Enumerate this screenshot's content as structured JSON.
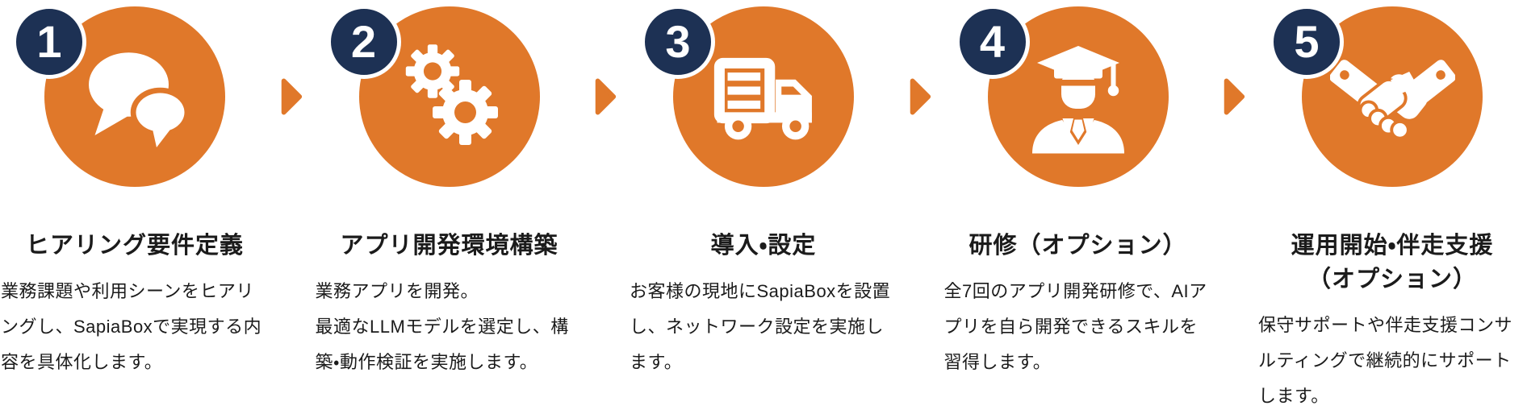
{
  "diagram": {
    "kind": "horizontal-process-flow",
    "background": "#FFFFFF"
  },
  "colors": {
    "accent_orange": "#E0782A",
    "badge_navy": "#1D3154",
    "icon_white": "#FFFFFF",
    "text": "#1B1B1B"
  },
  "arrow": {
    "icon": "arrow-right-icon",
    "color": "#E0782A"
  },
  "steps": [
    {
      "number": "1",
      "icon": "speech-bubbles-icon",
      "title": "ヒアリング要件定義",
      "description": "業務課題や利用シーンをヒアリングし、SapiaBoxで実現する内容を具体化します。"
    },
    {
      "number": "2",
      "icon": "gears-icon",
      "title": "アプリ開発環境構築",
      "description": "業務アプリを開発。\n最適なLLMモデルを選定し、構築・動作検証を実施します。"
    },
    {
      "number": "3",
      "icon": "delivery-truck-icon",
      "title": "導入・設定",
      "description": "お客様の現地にSapiaBoxを設置し、ネットワーク設定を実施します。"
    },
    {
      "number": "4",
      "icon": "graduate-icon",
      "title": "研修（オプション）",
      "description": "全7回のアプリ開発研修で、AIアプリを自ら開発できるスキルを習得します。"
    },
    {
      "number": "5",
      "icon": "handshake-icon",
      "title": "運用開始・伴走支援\n（オプション）",
      "description": "保守サポートや伴走支援コンサルティングで継続的にサポートします。"
    }
  ]
}
